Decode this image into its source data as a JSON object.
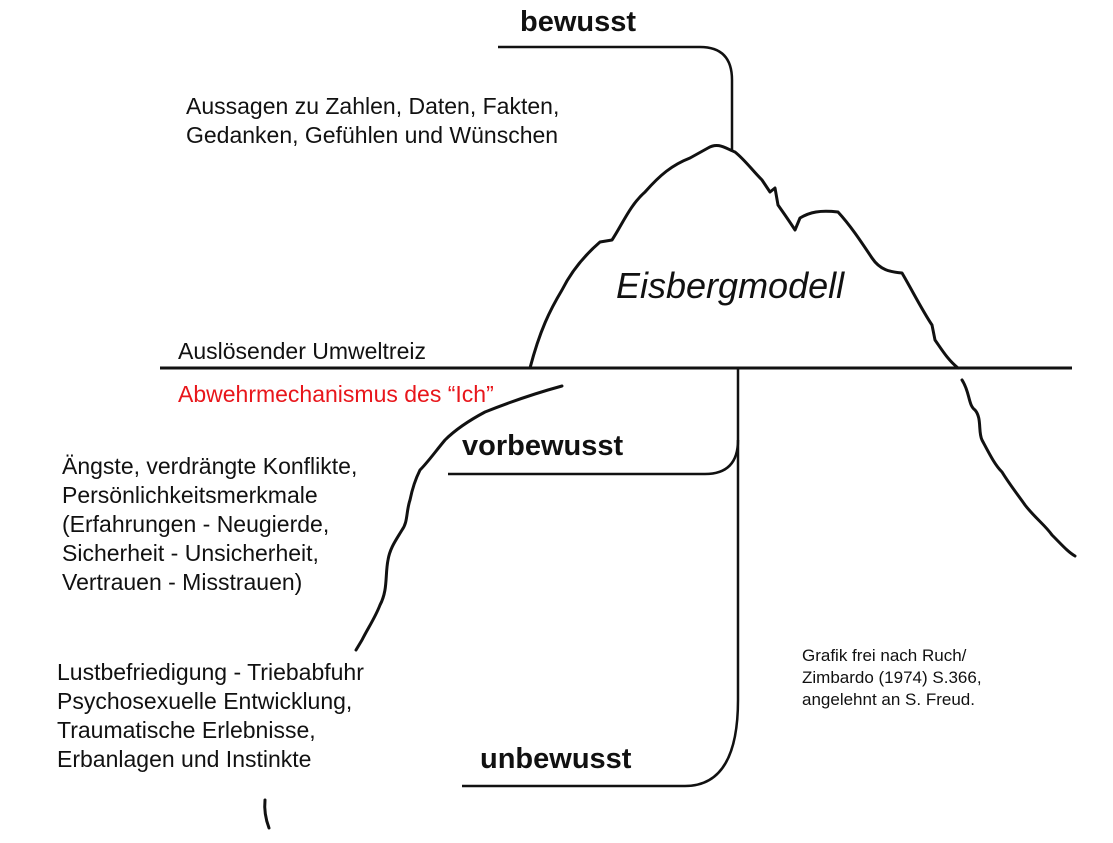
{
  "diagram": {
    "title": "Eisbergmodell",
    "levels": {
      "conscious": "bewusst",
      "preconscious": "vorbewusst",
      "unconscious": "unbewusst"
    },
    "conscious_text": [
      "Aussagen zu Zahlen, Daten, Fakten,",
      "Gedanken, Gefühlen und Wünschen"
    ],
    "waterline_label": "Auslösender Umweltreiz",
    "defense_label": "Abwehrmechanismus des “Ich”",
    "preconscious_text": [
      "Ängste, verdrängte Konflikte,",
      "Persönlichkeitsmerkmale",
      "(Erfahrungen - Neugierde,",
      "Sicherheit - Unsicherheit,",
      "Vertrauen - Misstrauen)"
    ],
    "unconscious_text": [
      "Lustbefriedigung - Triebabfuhr",
      "Psychosexuelle Entwicklung,",
      "Traumatische Erlebnisse,",
      "Erbanlagen und Instinkte"
    ],
    "credit": [
      "Grafik frei nach Ruch/",
      "Zimbardo (1974) S.366,",
      "angelehnt an S. Freud."
    ],
    "colors": {
      "line": "#111111",
      "defense": "#e8161b"
    }
  }
}
